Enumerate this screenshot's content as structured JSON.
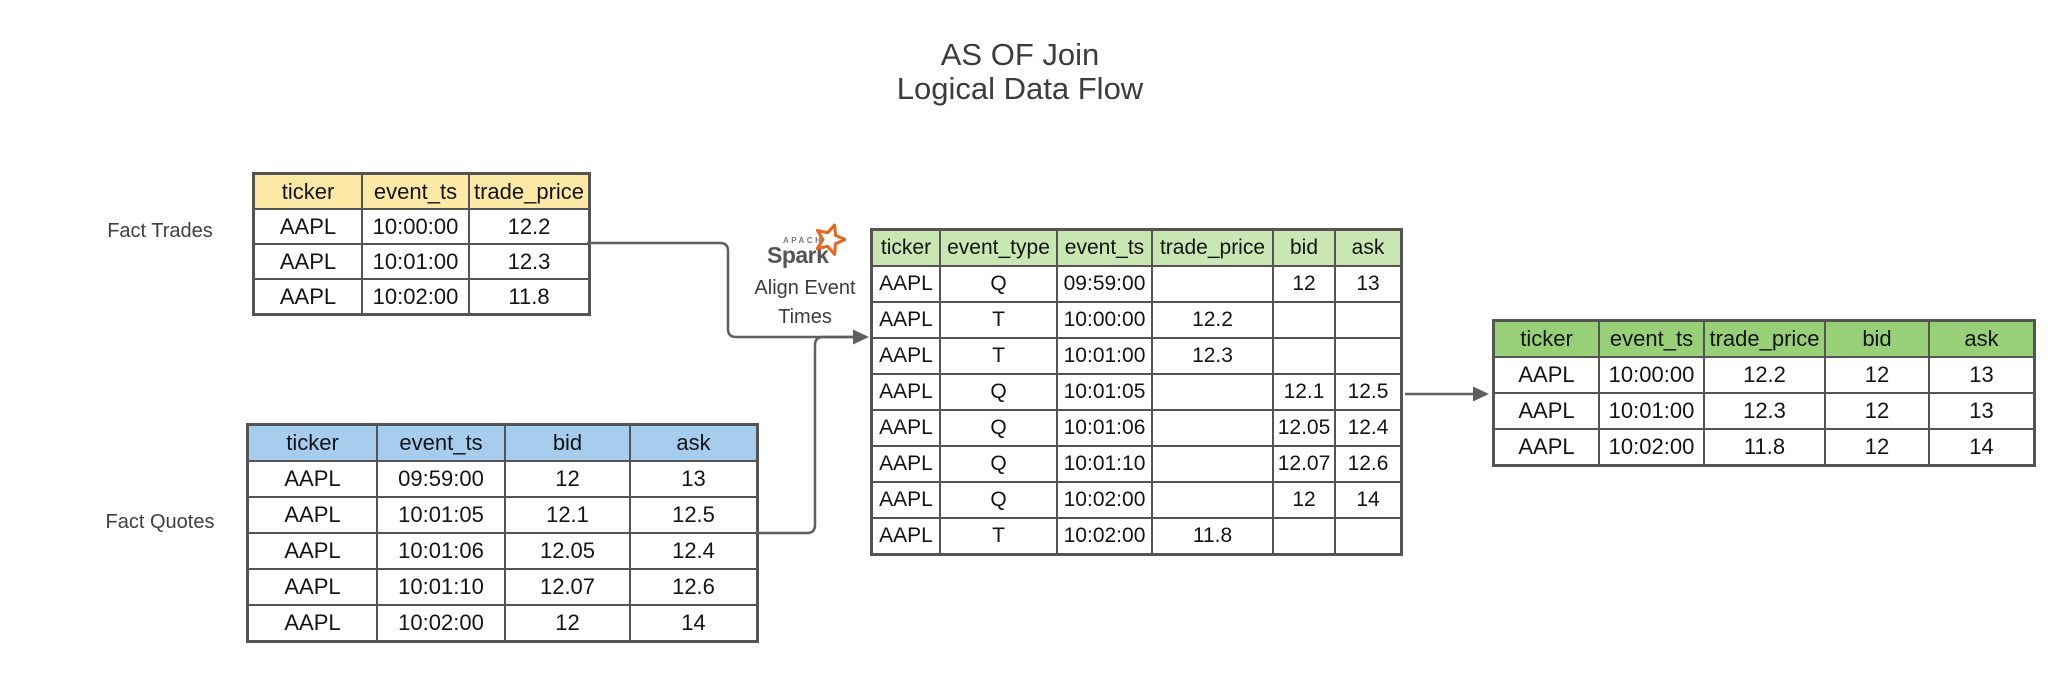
{
  "title": {
    "line1": "AS OF Join",
    "line2": "Logical Data Flow"
  },
  "labels": {
    "fact_trades": "Fact Trades",
    "fact_quotes": "Fact Quotes"
  },
  "spark": {
    "apache": "APACHE",
    "brand": "Spark",
    "tm": "™",
    "caption_line1": "Align Event",
    "caption_line2": "Times",
    "star_color": "#e8641f",
    "wordmark_color": "#555555"
  },
  "connectors": {
    "color": "#5f5f5f"
  },
  "tables": {
    "fact_trades": {
      "header_color": "#fce9a5",
      "columns": [
        "ticker",
        "event_ts",
        "trade_price"
      ],
      "rows": [
        [
          "AAPL",
          "10:00:00",
          "12.2"
        ],
        [
          "AAPL",
          "10:01:00",
          "12.3"
        ],
        [
          "AAPL",
          "10:02:00",
          "11.8"
        ]
      ]
    },
    "fact_quotes": {
      "header_color": "#a7cdee",
      "columns": [
        "ticker",
        "event_ts",
        "bid",
        "ask"
      ],
      "rows": [
        [
          "AAPL",
          "09:59:00",
          "12",
          "13"
        ],
        [
          "AAPL",
          "10:01:05",
          "12.1",
          "12.5"
        ],
        [
          "AAPL",
          "10:01:06",
          "12.05",
          "12.4"
        ],
        [
          "AAPL",
          "10:01:10",
          "12.07",
          "12.6"
        ],
        [
          "AAPL",
          "10:02:00",
          "12",
          "14"
        ]
      ]
    },
    "aligned_events": {
      "header_color": "#c9e7b3",
      "columns": [
        "ticker",
        "event_type",
        "event_ts",
        "trade_price",
        "bid",
        "ask"
      ],
      "rows": [
        [
          "AAPL",
          "Q",
          "09:59:00",
          "",
          "12",
          "13"
        ],
        [
          "AAPL",
          "T",
          "10:00:00",
          "12.2",
          "",
          ""
        ],
        [
          "AAPL",
          "T",
          "10:01:00",
          "12.3",
          "",
          ""
        ],
        [
          "AAPL",
          "Q",
          "10:01:05",
          "",
          "12.1",
          "12.5"
        ],
        [
          "AAPL",
          "Q",
          "10:01:06",
          "",
          "12.05",
          "12.4"
        ],
        [
          "AAPL",
          "Q",
          "10:01:10",
          "",
          "12.07",
          "12.6"
        ],
        [
          "AAPL",
          "Q",
          "10:02:00",
          "",
          "12",
          "14"
        ],
        [
          "AAPL",
          "T",
          "10:02:00",
          "11.8",
          "",
          ""
        ]
      ]
    },
    "asof_result": {
      "header_color": "#97d077",
      "columns": [
        "ticker",
        "event_ts",
        "trade_price",
        "bid",
        "ask"
      ],
      "rows": [
        [
          "AAPL",
          "10:00:00",
          "12.2",
          "12",
          "13"
        ],
        [
          "AAPL",
          "10:01:00",
          "12.3",
          "12",
          "13"
        ],
        [
          "AAPL",
          "10:02:00",
          "11.8",
          "12",
          "14"
        ]
      ]
    }
  }
}
